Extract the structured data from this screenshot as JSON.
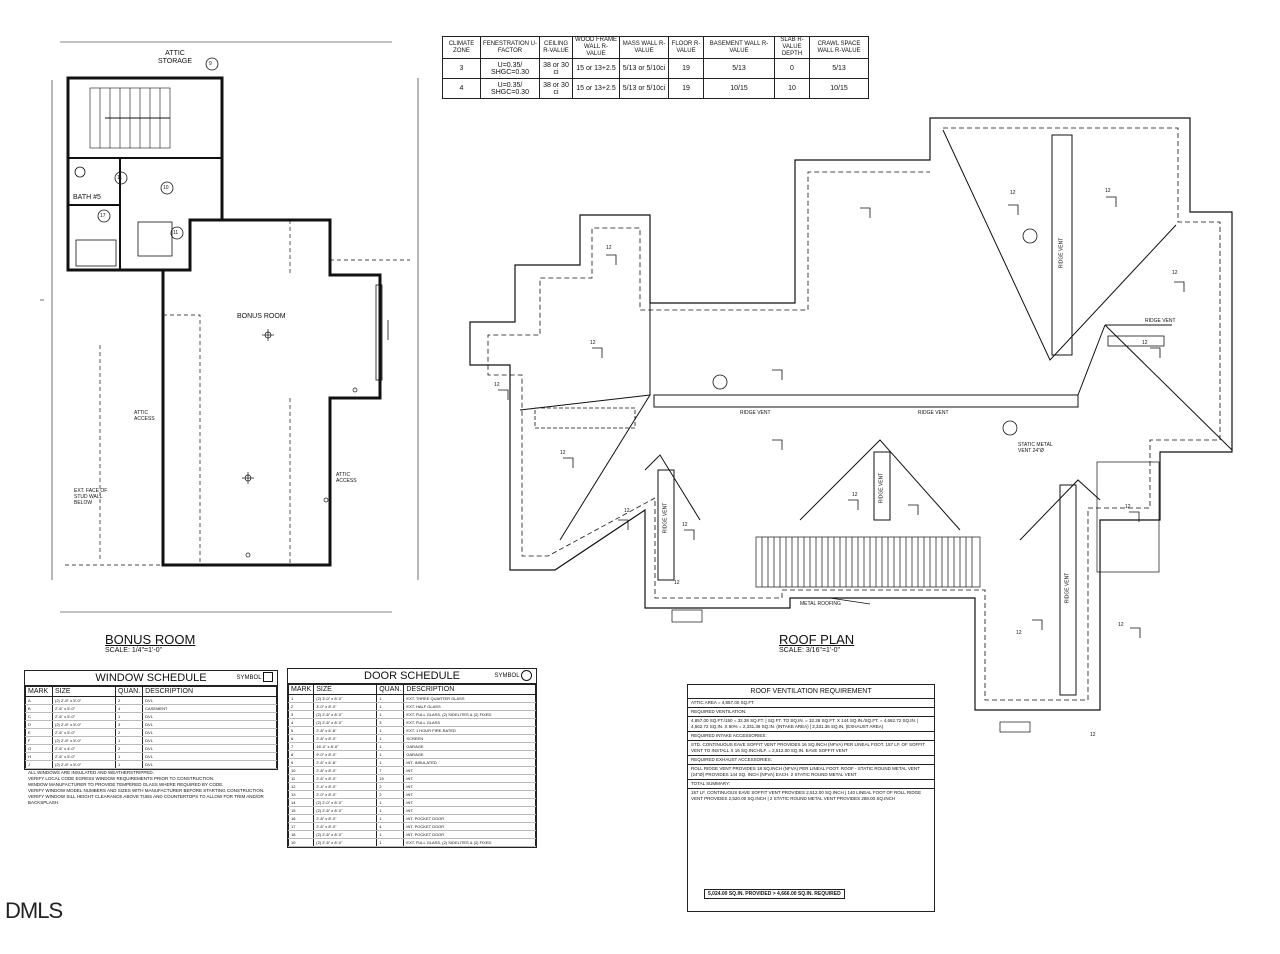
{
  "climate_table": {
    "headers": [
      "CLIMATE ZONE",
      "FENESTRATION U-FACTOR",
      "CEILING R-VALUE",
      "WOOD FRAME WALL R-VALUE",
      "MASS WALL R-VALUE",
      "FLOOR R-VALUE",
      "BASEMENT WALL R-VALUE",
      "SLAB R-VALUE DEPTH",
      "CRAWL SPACE WALL R-VALUE"
    ],
    "rows": [
      [
        "3",
        "U=0.35/ SHGC=0.30",
        "38 or 30 ci",
        "15 or 13+2.5",
        "5/13 or 5/10ci",
        "19",
        "5/13",
        "0",
        "5/13"
      ],
      [
        "4",
        "U=0.35/ SHGC=0.30",
        "38 or 30 ci",
        "15 or 13+2.5",
        "5/13 or 5/10ci",
        "19",
        "10/15",
        "10",
        "10/15"
      ]
    ]
  },
  "floor_plan": {
    "attic_storage": "ATTIC STORAGE",
    "bath": "BATH #5",
    "bonus_room": "BONUS ROOM",
    "attic_access_1": "ATTIC ACCESS",
    "attic_access_2": "ATTIC ACCESS",
    "ext_face_note": "EXT. FACE OF STUD WALL BELOW",
    "tags": [
      "9",
      "11",
      "10",
      "17",
      "11"
    ],
    "title": "BONUS ROOM",
    "scale": "SCALE: 1/4\"=1'-0\""
  },
  "roof_plan": {
    "ridge_vents": [
      "RIDGE VENT",
      "RIDGE VENT",
      "RIDGE VENT",
      "RIDGE VENT",
      "RIDGE VENT",
      "RIDGE VENT",
      "RIDGE VENT"
    ],
    "metal_roofing": "METAL ROOFING",
    "static_vent": "STATIC METAL VENT 24\"Ø",
    "pitches": [
      "12",
      "12",
      "12",
      "12",
      "12",
      "12",
      "12",
      "12",
      "12",
      "12",
      "12",
      "12",
      "12",
      "12",
      "12",
      "12"
    ],
    "title": "ROOF PLAN",
    "scale": "SCALE: 3/16\"=1'-0\""
  },
  "window_schedule": {
    "title": "WINDOW SCHEDULE",
    "symbol_label": "SYMBOL",
    "columns": [
      "MARK",
      "SIZE",
      "QUAN.",
      "DESCRIPTION"
    ],
    "rows": [
      [
        "A",
        "(2) 2'-6\" x 5'-0\"",
        "2",
        "DVL"
      ],
      [
        "B",
        "2'-6\" x 5'-0\"",
        "4",
        "CASEMENT"
      ],
      [
        "C",
        "2'-6\" x 5'-0\"",
        "1",
        "DVL"
      ],
      [
        "D",
        "(2) 2'-6\" x 5'-0\"",
        "3",
        "DVL"
      ],
      [
        "E",
        "2'-6\" x 5'-0\"",
        "2",
        "DVL"
      ],
      [
        "F",
        "(2) 2'-6\" x 5'-0\"",
        "1",
        "DVL"
      ],
      [
        "G",
        "2'-6\" x 4'-0\"",
        "2",
        "DVL"
      ],
      [
        "H",
        "2'-6\" x 5'-0\"",
        "1",
        "DVL"
      ],
      [
        "J",
        "(2) 2'-6\" x 5'-0\"",
        "1",
        "DVL"
      ]
    ],
    "notes": [
      "ALL WINDOWS ARE INSULATED AND WEATHERSTRIPPED.",
      "VERIFY LOCAL CODE EGRESS WINDOW REQUIREMENTS PRIOR TO CONSTRUCTION.",
      "WINDOW MANUFACTURER TO PROVIDE TEMPERED GLASS WHERE REQUIRED BY CODE.",
      "VERIFY WINDOW MODEL NUMBERS AND SIZES WITH MANUFACTURER BEFORE STARTING CONSTRUCTION.",
      "VERIFY WINDOW SILL HEIGHT CLEARANCE ABOVE TUBS AND COUNTERTOPS TO ALLOW FOR TRIM AND/OR BACKSPLASH."
    ]
  },
  "door_schedule": {
    "title": "DOOR SCHEDULE",
    "symbol_label": "SYMBOL",
    "columns": [
      "MARK",
      "SIZE",
      "QUAN.",
      "DESCRIPTION"
    ],
    "rows": [
      [
        "1",
        "(2) 3'-0\" x 8'-0\"",
        "1",
        "EXT. THREE QUARTER GLASS"
      ],
      [
        "2",
        "3'-0\" x 8'-0\"",
        "1",
        "EXT. HALF GLASS"
      ],
      [
        "3",
        "(2) 2'-6\" x 8'-0\"",
        "1",
        "EXT. FULL GLASS, (2) SIDELITES & (2) FIXED"
      ],
      [
        "4",
        "(2) 2'-6\" x 8'-0\"",
        "3",
        "EXT. FULL GLASS"
      ],
      [
        "5",
        "2'-8\" x 6'-8\"",
        "1",
        "EXT. 1 HOUR FIRE-RATED"
      ],
      [
        "6",
        "2'-8\" x 8'-0\"",
        "1",
        "SCREEN"
      ],
      [
        "7",
        "16'-0\" x 8'-0\"",
        "1",
        "GARAGE"
      ],
      [
        "8",
        "9'-0\" x 8'-0\"",
        "1",
        "GARAGE"
      ],
      [
        "9",
        "2'-6\" x 6'-8\"",
        "1",
        "INT. INSULATED"
      ],
      [
        "10",
        "2'-8\" x 8'-0\"",
        "7",
        "INT."
      ],
      [
        "11",
        "2'-6\" x 8'-0\"",
        "15",
        "INT."
      ],
      [
        "12",
        "2'-4\" x 8'-0\"",
        "2",
        "INT."
      ],
      [
        "13",
        "2'-0\" x 8'-0\"",
        "2",
        "INT."
      ],
      [
        "14",
        "(2) 2'-0\" x 8'-0\"",
        "1",
        "INT."
      ],
      [
        "15",
        "(2) 2'-6\" x 8'-0\"",
        "1",
        "INT."
      ],
      [
        "16",
        "2'-8\" x 8'-0\"",
        "1",
        "INT. POCKET DOOR"
      ],
      [
        "17",
        "2'-6\" x 8'-0\"",
        "4",
        "INT. POCKET DOOR"
      ],
      [
        "18",
        "(2) 2'-6\" x 8'-0\"",
        "1",
        "INT. POCKET DOOR"
      ],
      [
        "19",
        "(2) 2'-6\" x 8'-0\"",
        "1",
        "EXT. FULL GLASS, (2) SIDELITES & (2) FIXED"
      ]
    ]
  },
  "ventilation": {
    "title": "ROOF VENTILATION REQUIREMENT",
    "rows": [
      "ATTIC AREA = 4,857.00 SQ.FT.",
      "REQUIRED VENTILATION:",
      "4,857.00 SQ.FT./150 = 32.38 SQ.FT. | SQ.FT. TO SQ.IN. = 32.38 SQ.FT. X 144 SQ.IN./SQ.FT. = 4,662.72 SQ.IN. | 4,662.72 SQ.IN. X 50% = 2,331.36 SQ.IN. (INTAKE AREA) | 2,331.36 SQ.IN. (EXHAUST AREA)",
      "REQUIRED INTAKE ACCESSORIES:",
      "STD. CONTINUOUS EAVE SOFFIT VENT PROVIDES 16 SQ.INCH (NFVA) PER LINEAL FOOT. 157 LF. OF SOFFIT VENT TO INSTALL X 16 SQ.INCH/LF. = 2,512.00 SQ.IN. EAVE SOFFIT VENT",
      "REQUIRED EXHAUST ACCESSORIES:",
      "ROLL RIDGE VENT PROVIDES 18 SQ.INCH (NFVA) PER LINEAL FOOT. ROOF - STATIC ROUND METAL VENT (24\"Ø) PROVIDES 144 SQ. INCH (NFVA) EACH. 2 STATIC ROUND METAL VENT",
      "TOTAL SUMMARY:",
      "157 LF. CONTINUOUS EAVE SOFFIT VENT PROVIDES 2,512.00 SQ.INCH | 140 LINEAL FOOT OF ROLL RIDGE VENT PROVIDES 2,520.00 SQ.INCH | 2 STATIC ROUND METAL VENT PROVIDES 288.00 SQ.INCH"
    ],
    "total": "5,024.00 SQ.IN. PROVIDED > 4,666.00 SQ.IN. REQUIRED"
  },
  "watermark": "DMLS"
}
